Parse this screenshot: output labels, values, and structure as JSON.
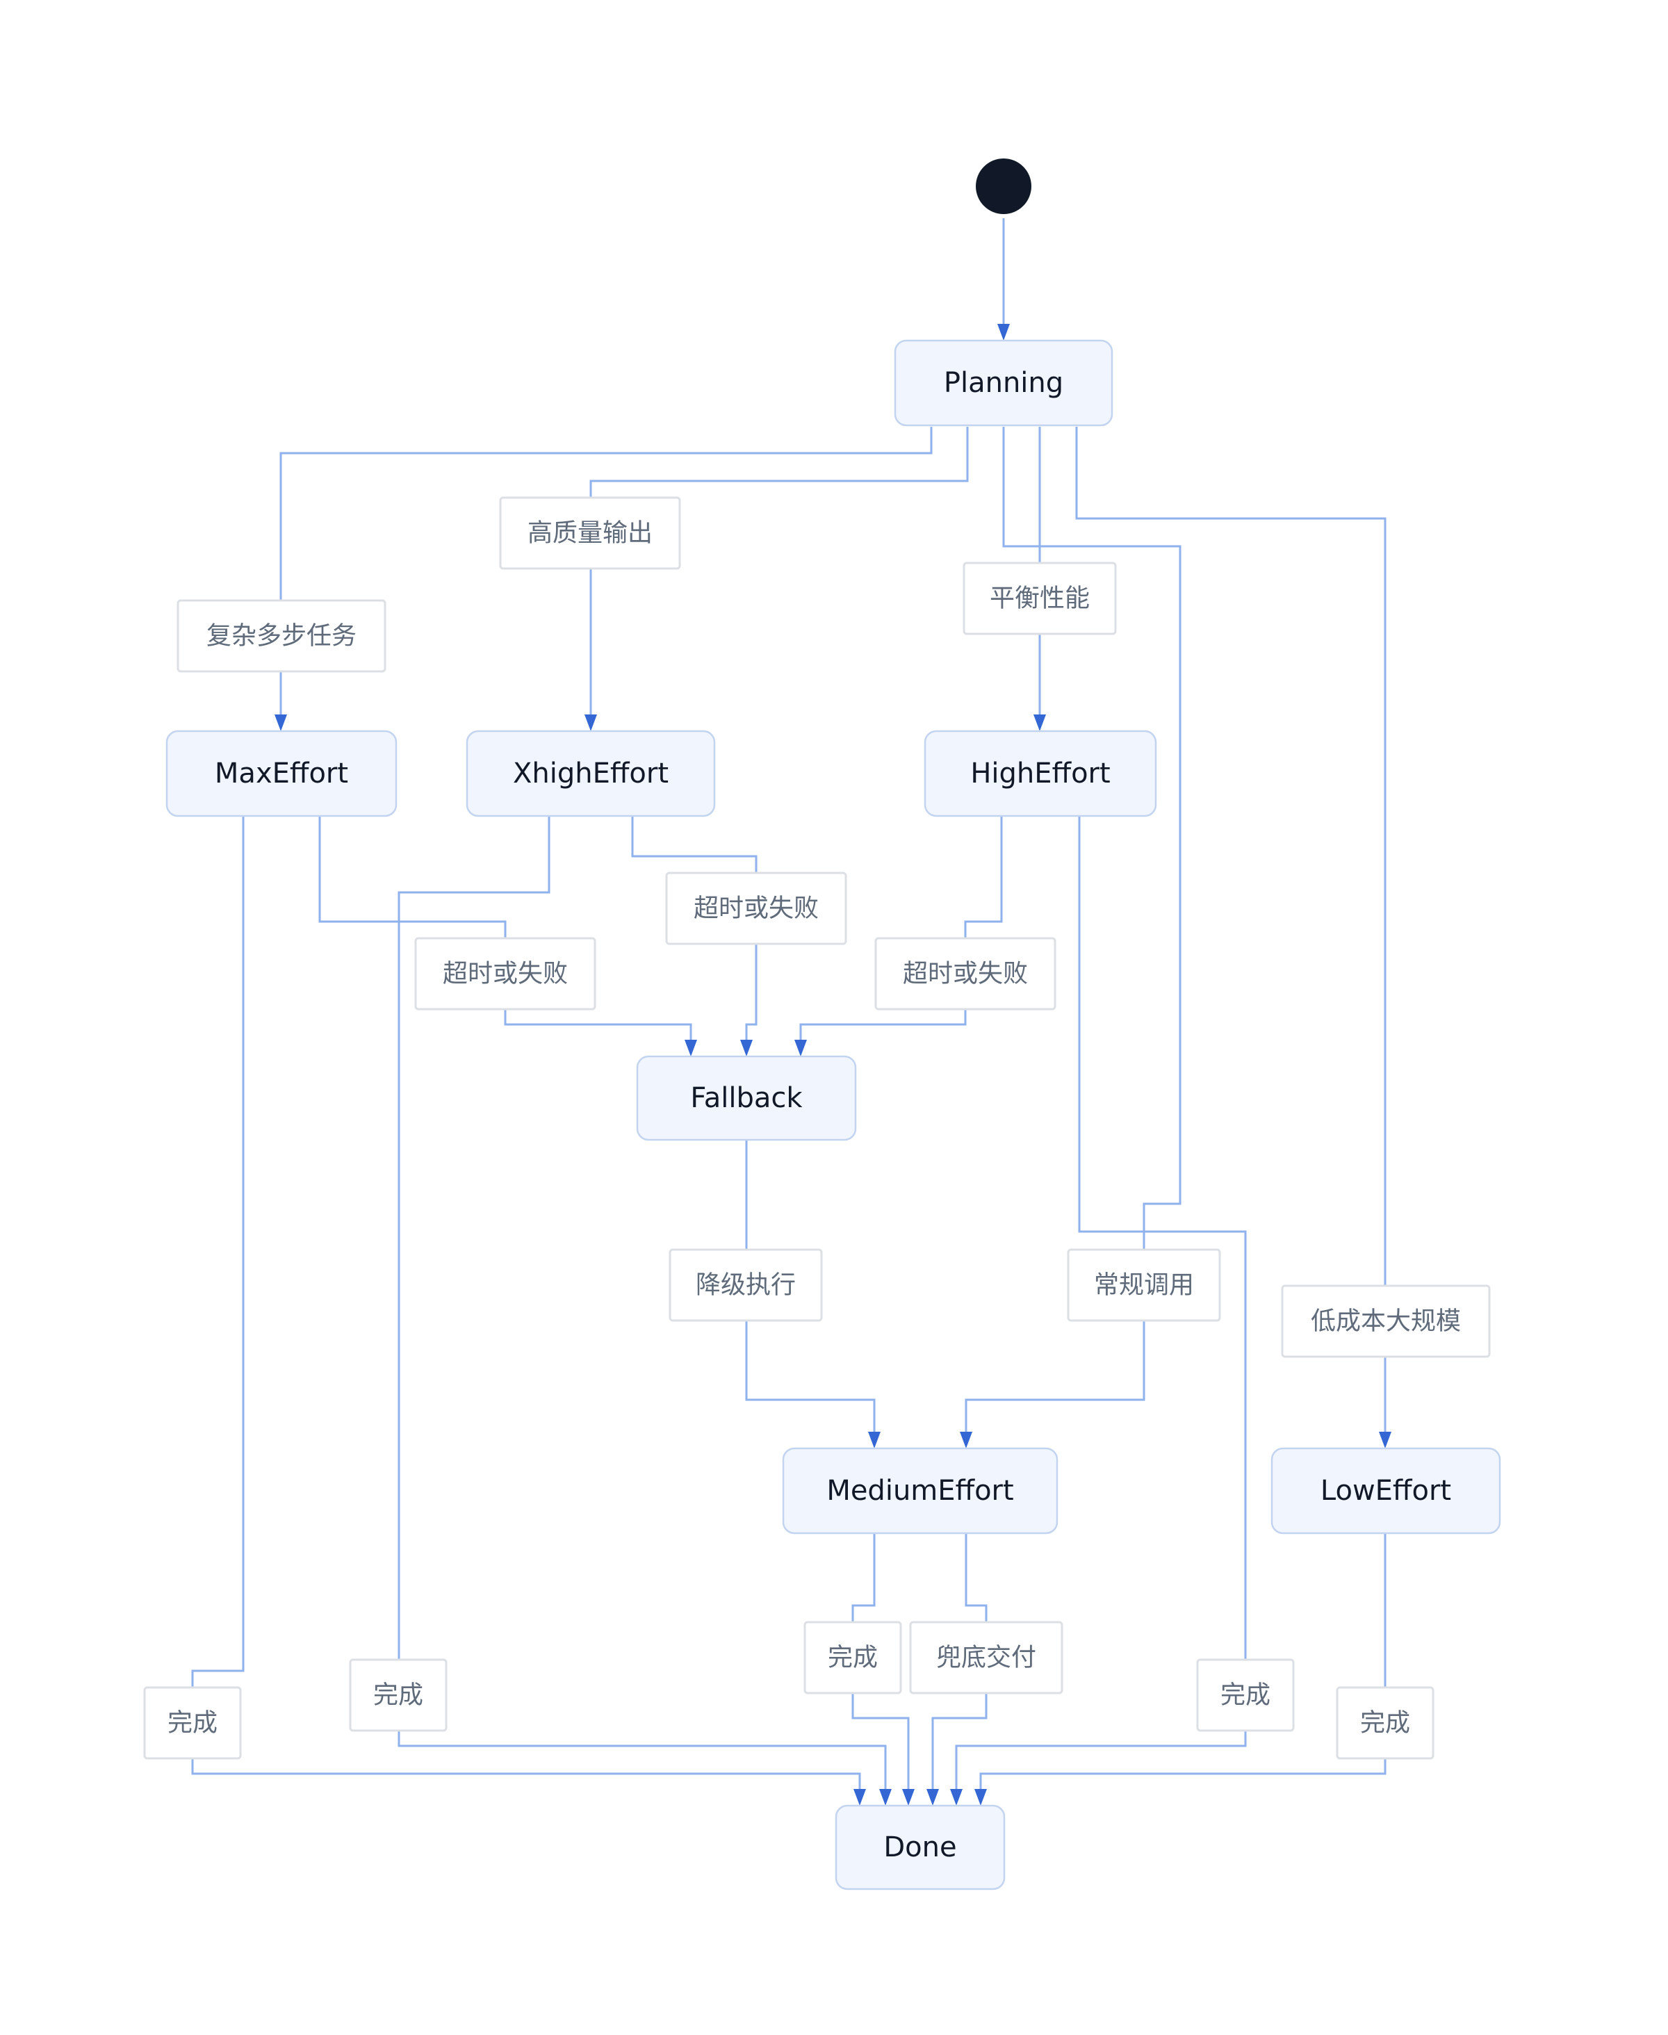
{
  "states": {
    "planning": "Planning",
    "max_effort": "MaxEffort",
    "xhigh_effort": "XhighEffort",
    "high_effort": "HighEffort",
    "fallback": "Fallback",
    "medium_effort": "MediumEffort",
    "low_effort": "LowEffort",
    "done": "Done"
  },
  "transitions": {
    "planning_to_max": "复杂多步任务",
    "planning_to_xhigh": "高质量输出",
    "planning_to_high": "平衡性能",
    "planning_to_medium": "常规调用",
    "planning_to_low": "低成本大规模",
    "max_to_fallback": "超时或失败",
    "xhigh_to_fallback": "超时或失败",
    "high_to_fallback": "超时或失败",
    "fallback_to_medium": "降级执行",
    "max_to_done": "完成",
    "xhigh_to_done": "完成",
    "medium_to_done": "完成",
    "medium_fallback_done": "兜底交付",
    "high_to_done": "完成",
    "low_to_done": "完成"
  },
  "colors": {
    "edge": "#8fb1ec",
    "arrow": "#3467d4",
    "state_fill": "#f1f5fd",
    "state_stroke": "#c3d4f0",
    "start": "#111827"
  }
}
